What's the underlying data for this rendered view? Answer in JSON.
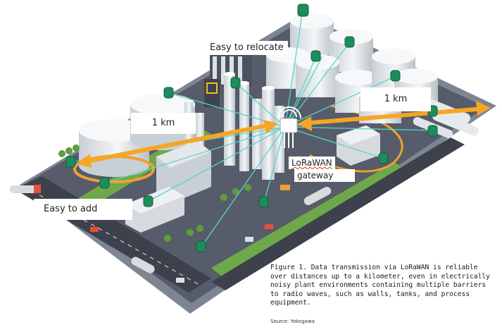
{
  "labels": {
    "relocate": "Easy to relocate",
    "km_left": "1 km",
    "km_right": "1 km",
    "lorawan": "LoRaWAN",
    "gateway": "gateway",
    "add": "Easy to add"
  },
  "caption": {
    "text": "Figure 1. Data transmission via LoRaWAN is reliable over distances up to a kilometer, even in electrically noisy plant environments containing multiple barriers to radio waves, such as walls, tanks, and process equipment.",
    "source": "Source: Yokogawa"
  },
  "colors": {
    "ground": "#4a4f5b",
    "road": "#3a3d47",
    "grass": "#7cb342",
    "tank": "#e8ecef",
    "sensor": "#1d8a5a",
    "link": "#4fd1c5",
    "arrow": "#f5a623"
  }
}
